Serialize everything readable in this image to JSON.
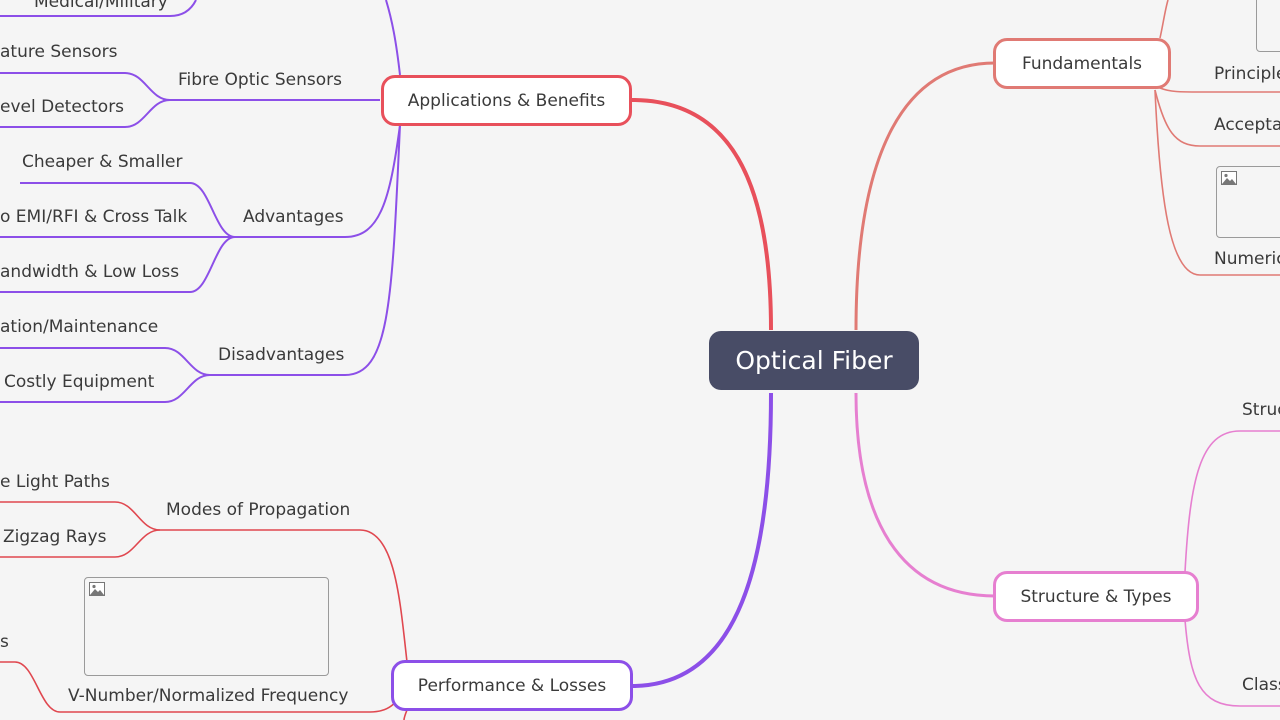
{
  "colors": {
    "background": "#f5f5f5",
    "central_fill": "#484c66",
    "applications": "#e8505b",
    "advantages_purple": "#8c4fe8",
    "performance_purple": "#8c4fe8",
    "modes_red": "#e0474f",
    "fundamentals": "#e07a74",
    "structure": "#e67fd0"
  },
  "central": {
    "label": "Optical Fiber"
  },
  "branches": {
    "applications": "Applications & Benefits",
    "performance": "Performance & Losses",
    "fundamentals": "Fundamentals",
    "structure": "Structure & Types"
  },
  "applications_children": {
    "medical_military": "Medical/Military",
    "fibre_optic_sensors": "Fibre Optic Sensors",
    "temperature_sensors": "ature Sensors",
    "level_detectors": "evel Detectors",
    "advantages": "Advantages",
    "cheaper_smaller": "Cheaper & Smaller",
    "emi_rfi": "o EMI/RFI & Cross Talk",
    "bandwidth": "andwidth & Low Loss",
    "disadvantages": "Disadvantages",
    "installation": "ation/Maintenance",
    "costly_equipment": "Costly Equipment"
  },
  "performance_children": {
    "modes": "Modes of Propagation",
    "light_paths": "e Light Paths",
    "zigzag_rays": "Zigzag Rays",
    "vnumber": "V-Number/Normalized Frequency",
    "s_partial": "s"
  },
  "fundamentals_children": {
    "principle": "Principle",
    "acceptance": "Accepta",
    "numerical": "Numeric"
  },
  "structure_children": {
    "structure_partial": "Struc",
    "classification_partial": "Class"
  },
  "icons": [
    "image-placeholder-icon"
  ]
}
